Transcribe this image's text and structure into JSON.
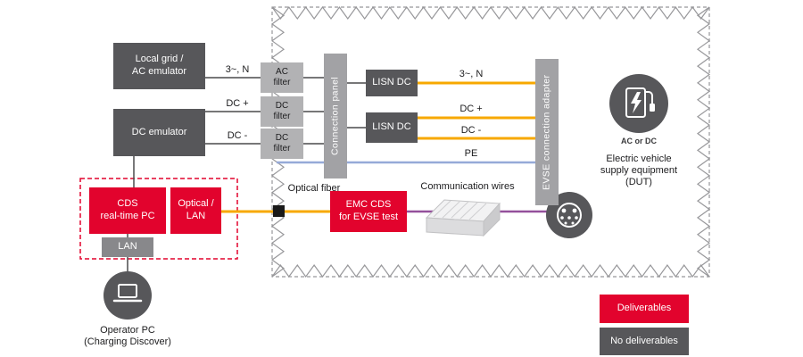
{
  "nodes": {
    "local_grid": "Local grid /\nAC emulator",
    "dc_emulator": "DC emulator",
    "ac_filter": "AC\nfilter",
    "dc_filter_1": "DC\nfilter",
    "dc_filter_2": "DC\nfilter",
    "connection_panel": "Connection panel",
    "lisn_dc_1": "LISN DC",
    "lisn_dc_2": "LISN DC",
    "evse_adapter": "EVSE connection adapter",
    "emc_cds": "EMC CDS\nfor EVSE test",
    "cds_pc": "CDS\nreal-time PC",
    "optical_lan": "Optical /\nLAN",
    "lan": "LAN"
  },
  "wire_labels": {
    "src_ac": "3~, N",
    "src_dc_plus": "DC +",
    "src_dc_minus": "DC -",
    "chamber_ac": "3~, N",
    "chamber_dc_plus": "DC +",
    "chamber_dc_minus": "DC -",
    "pe": "PE",
    "optical_fiber": "Optical fiber",
    "comm_wires": "Communication wires"
  },
  "captions": {
    "ac_or_dc": "AC or DC",
    "dut": "Electric vehicle\nsupply equipment\n(DUT)",
    "operator_pc": "Operator PC\n(Charging Discover)"
  },
  "legend": {
    "deliverables": "Deliverables",
    "no_deliverables": "No deliverables"
  },
  "colors": {
    "red": "#e2032d",
    "dark_gray": "#57575a",
    "panel_gray": "#a2a2a5",
    "filter_gray": "#b2b2b4",
    "wire_black": "#4a4a4c",
    "orange": "#f7a800",
    "purple": "#94509b",
    "pe_blue": "#96aad8",
    "chamber_line": "#97979a"
  }
}
